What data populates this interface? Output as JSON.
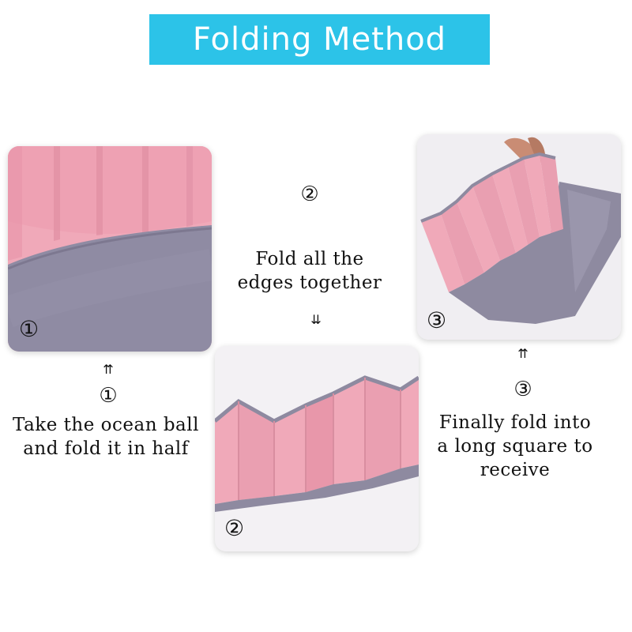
{
  "title": "Folding Method",
  "colors": {
    "banner": "#2cc3e8",
    "pink_fabric": "#f0a9b9",
    "gray_fabric": "#8e8aa0"
  },
  "steps": [
    {
      "badge": "①",
      "arrow": "⇈",
      "number": "①",
      "text_lines": [
        "Take the ocean ball",
        "and fold it in half"
      ]
    },
    {
      "badge": "②",
      "number": "②",
      "text_lines": [
        "Fold all the",
        "edges together"
      ],
      "arrow": "⇊"
    },
    {
      "badge": "③",
      "arrow": "⇈",
      "number": "③",
      "text_lines": [
        "Finally fold into",
        "a long square to",
        "receive"
      ]
    }
  ]
}
